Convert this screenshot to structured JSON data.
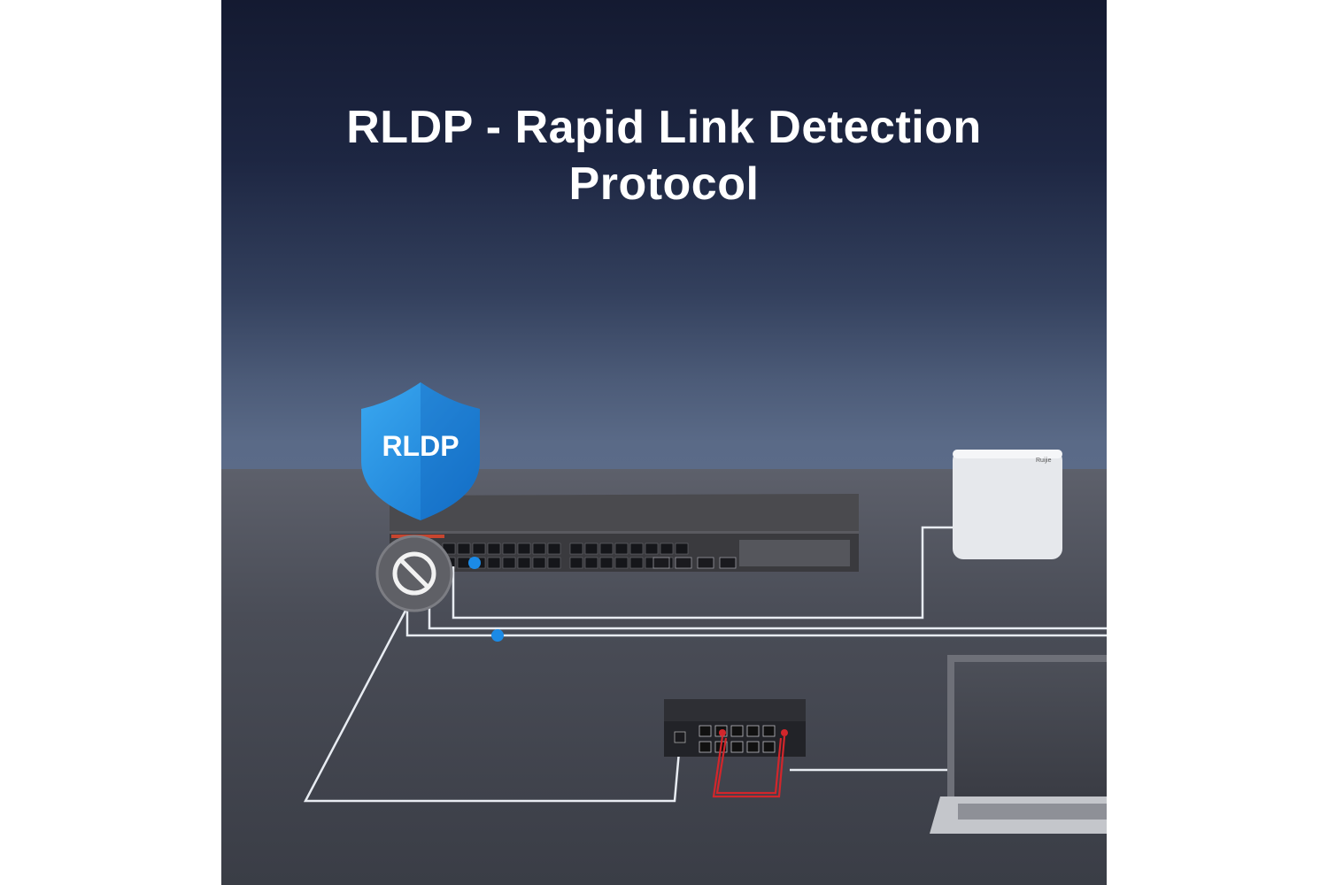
{
  "title": {
    "line1": "RLDP - Rapid Link Detection",
    "line2": "Protocol"
  },
  "shield": {
    "label": "RLDP",
    "color": "#1f8fe0"
  },
  "access_point": {
    "brand": "Ruijie"
  },
  "icons": [
    "shield-icon",
    "blocked-icon"
  ],
  "colors": {
    "link": "#e8ecf2",
    "loop": "#d2262b",
    "packet": "#1b8ae6"
  }
}
